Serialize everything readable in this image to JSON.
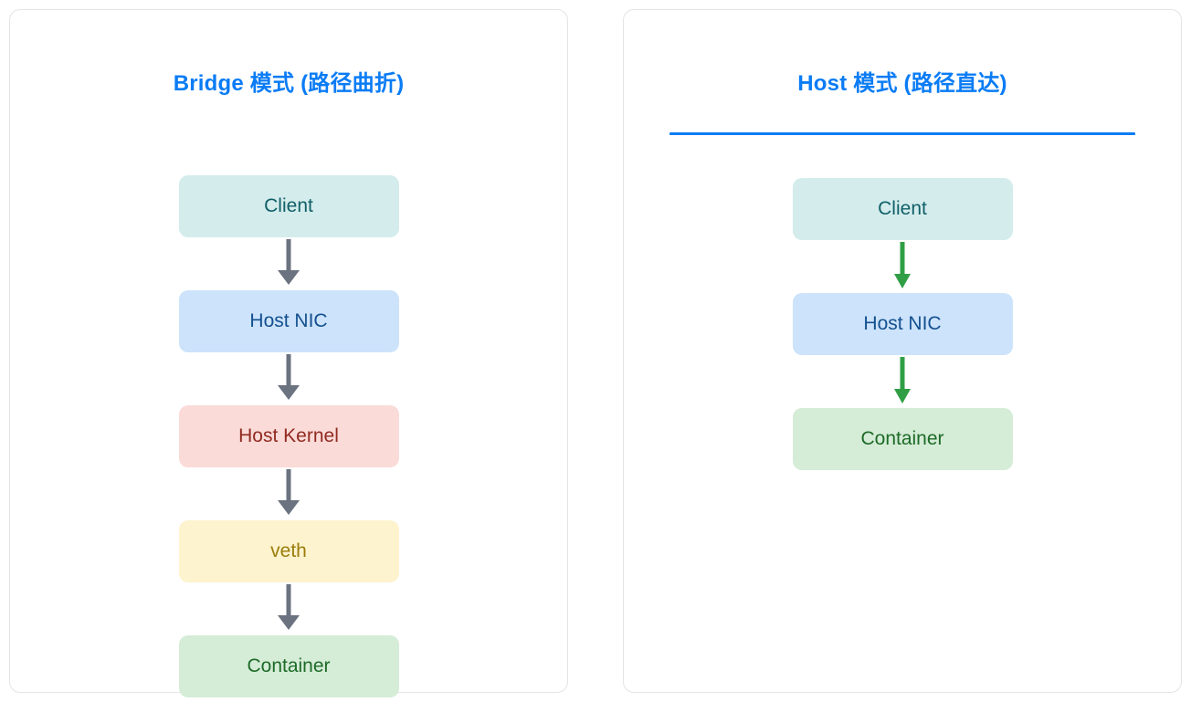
{
  "colors": {
    "accent_blue": "#0a7cf5",
    "panel_border": "#e3e4e6",
    "arrow_gray": "#6b7280",
    "arrow_green": "#2f9e44",
    "page_background": "#ffffff"
  },
  "panels": [
    {
      "id": "bridge-mode",
      "title": "Bridge 模式 (路径曲折)",
      "arrow_style": "gray",
      "nodes": [
        {
          "label": "Client",
          "style": "client",
          "bg": "#d4ecec",
          "fg": "#105f68"
        },
        {
          "label": "Host NIC",
          "style": "hostnic",
          "bg": "#cce3fb",
          "fg": "#14508f"
        },
        {
          "label": "Host Kernel",
          "style": "hostkernel",
          "bg": "#fadbd8",
          "fg": "#922b21"
        },
        {
          "label": "veth",
          "style": "veth",
          "bg": "#fdf3ce",
          "fg": "#9a7d0a"
        },
        {
          "label": "Container",
          "style": "container",
          "bg": "#d5ecd7",
          "fg": "#1d6b28"
        }
      ]
    },
    {
      "id": "host-mode",
      "title": "Host 模式 (路径直达)",
      "arrow_style": "green",
      "nodes": [
        {
          "label": "Client",
          "style": "client",
          "bg": "#d4ecec",
          "fg": "#105f68"
        },
        {
          "label": "Host NIC",
          "style": "hostnic",
          "bg": "#cce3fb",
          "fg": "#14508f"
        },
        {
          "label": "Container",
          "style": "container",
          "bg": "#d5ecd7",
          "fg": "#1d6b28"
        }
      ]
    }
  ]
}
